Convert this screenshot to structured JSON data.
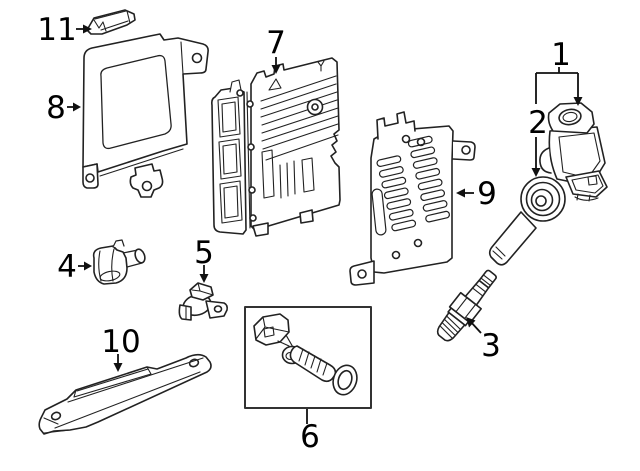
{
  "diagram": {
    "callouts": {
      "c1": "1",
      "c2": "2",
      "c3": "3",
      "c4": "4",
      "c5": "5",
      "c6": "6",
      "c7": "7",
      "c8": "8",
      "c9": "9",
      "c10": "10",
      "c11": "11"
    },
    "colors": {
      "background": "#ffffff",
      "part_line": "#222222",
      "label_text": "#000000",
      "callout_line": "#111111",
      "detail_box_border": "#333333"
    }
  }
}
